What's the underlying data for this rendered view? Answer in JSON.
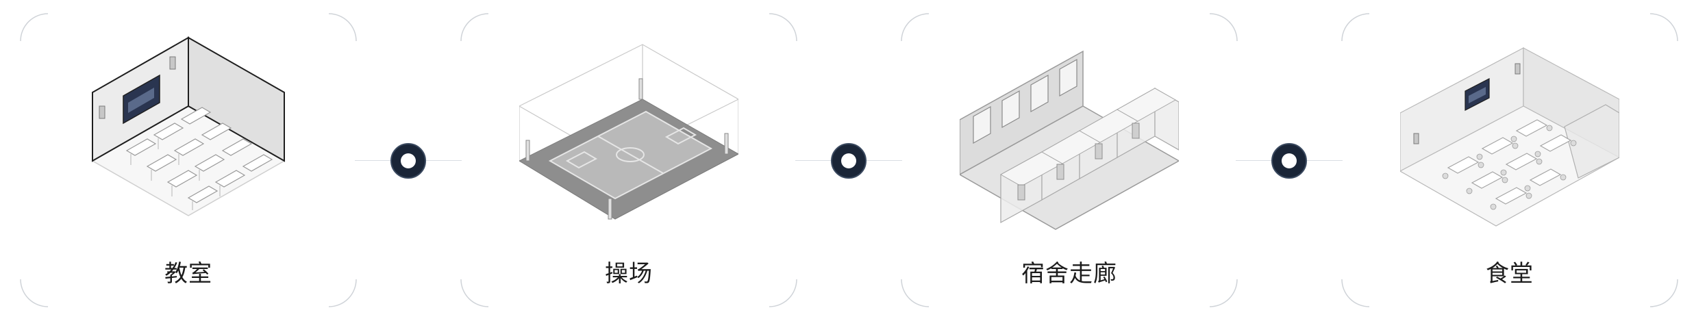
{
  "scenes": [
    {
      "id": "classroom",
      "label": "教室"
    },
    {
      "id": "playground",
      "label": "操场"
    },
    {
      "id": "dorm-corridor",
      "label": "宿舍走廊"
    },
    {
      "id": "canteen",
      "label": "食堂"
    }
  ],
  "colors": {
    "connector_dot": "#1a2537",
    "card_corner": "#cfd3d8",
    "label_text": "#1c1c1c"
  }
}
